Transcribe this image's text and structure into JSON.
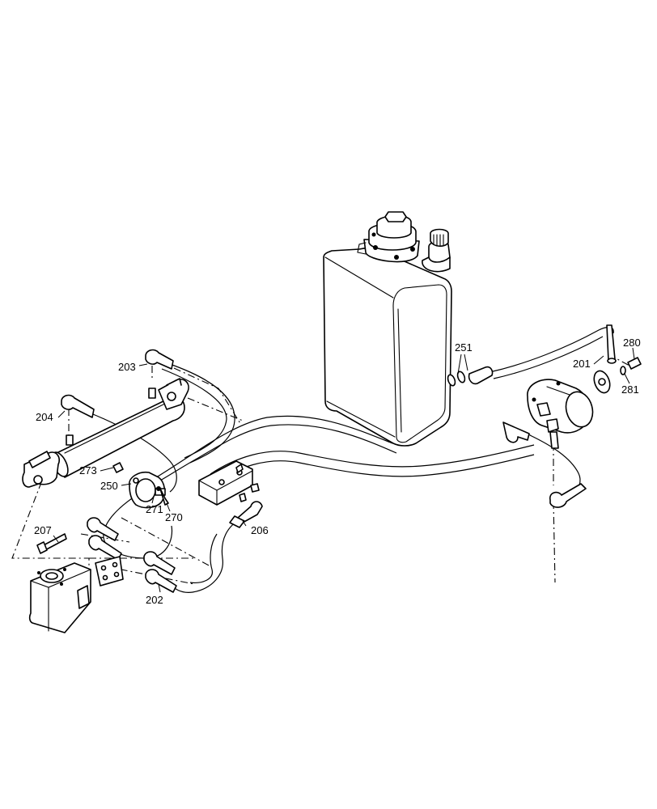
{
  "callouts": {
    "c201": "201",
    "c202": "202",
    "c203": "203",
    "c204": "204",
    "c206": "206",
    "c207": "207",
    "c250": "250",
    "c251": "251",
    "c270": "270",
    "c271": "271",
    "c273": "273",
    "c280": "280",
    "c281": "281"
  },
  "colors": {
    "line": "#000000",
    "background": "#ffffff"
  }
}
